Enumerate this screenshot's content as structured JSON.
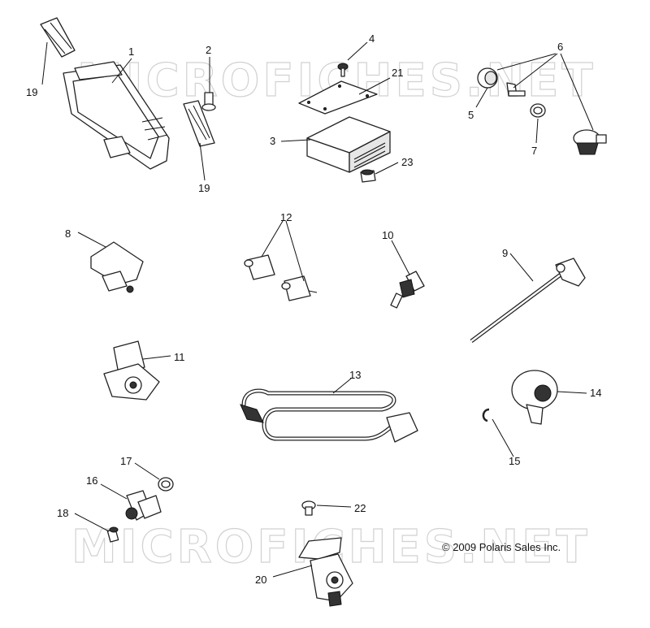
{
  "watermark": {
    "top": "MICROFICHES.NET",
    "bottom": "MICROFICHES.NET"
  },
  "copyright": "© 2009 Polaris Sales Inc.",
  "callouts": {
    "c1": "1",
    "c2": "2",
    "c3": "3",
    "c4": "4",
    "c5": "5",
    "c6": "6",
    "c7": "7",
    "c8": "8",
    "c9": "9",
    "c10": "10",
    "c11": "11",
    "c12": "12",
    "c13": "13",
    "c14": "14",
    "c15": "15",
    "c16": "16",
    "c17": "17",
    "c18": "18",
    "c19a": "19",
    "c19b": "19",
    "c20": "20",
    "c21": "21",
    "c22": "22",
    "c23": "23"
  }
}
